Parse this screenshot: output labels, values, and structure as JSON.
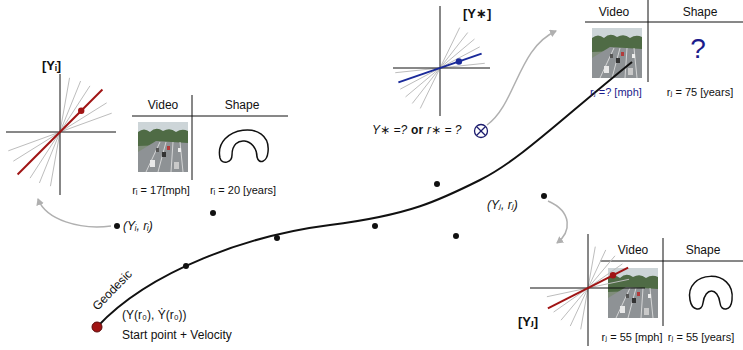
{
  "diagram": {
    "labels": [
      "[Y∗]",
      "Video",
      "Shape",
      "?",
      "rⱼ =? [mph]",
      "rⱼ = 75 [years]",
      "[Yᵢ]",
      "Video",
      "Shape",
      "rᵢ = 17[mph]",
      "rᵢ = 20 [years]",
      "Y∗ =?",
      "or",
      "r∗ = ?",
      "(Yᵢ, rᵢ)",
      "(Yⱼ, rⱼ)",
      "Geodesic",
      "(Y(r₀), Ẏ(r₀))",
      "Start point + Velocity",
      "[Yⱼ]",
      "Video",
      "Shape",
      "rⱼ = 55 [mph]",
      "rⱼ = 55 [years]"
    ]
  }
}
